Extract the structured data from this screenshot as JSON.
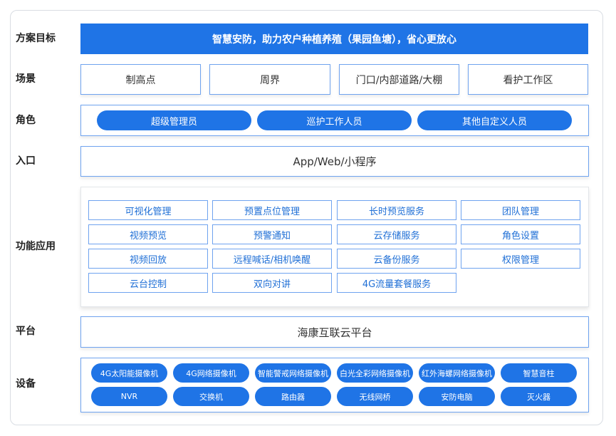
{
  "labels": {
    "goal": "方案目标",
    "scene": "场景",
    "role": "角色",
    "entry": "入口",
    "function": "功能应用",
    "platform": "平台",
    "device": "设备"
  },
  "goal": "智慧安防，助力农户种植养殖（果园鱼塘），省心更放心",
  "scenes": [
    "制高点",
    "周界",
    "门口/内部道路/大棚",
    "看护工作区"
  ],
  "roles": [
    "超级管理员",
    "巡护工作人员",
    "其他自定义人员"
  ],
  "entry": "App/Web/小程序",
  "functions": [
    [
      "可视化管理",
      "预置点位管理",
      "长时预览服务",
      "团队管理"
    ],
    [
      "视频预览",
      "预警通知",
      "云存储服务",
      "角色设置"
    ],
    [
      "视频回放",
      "远程喊话/相机唤醒",
      "云备份服务",
      "权限管理"
    ],
    [
      "云台控制",
      "双向对讲",
      "4G流量套餐服务"
    ]
  ],
  "platform": "海康互联云平台",
  "devices": [
    [
      "4G太阳能摄像机",
      "4G网络摄像机",
      "智能警戒网络摄像机",
      "白光全彩网络摄像机",
      "红外海螺网络摄像机",
      "智慧音柱"
    ],
    [
      "NVR",
      "交换机",
      "路由器",
      "无线网桥",
      "安防电脑",
      "灭火器"
    ]
  ],
  "colors": {
    "accent": "#1f74e6",
    "border": "#6fa3ef"
  }
}
